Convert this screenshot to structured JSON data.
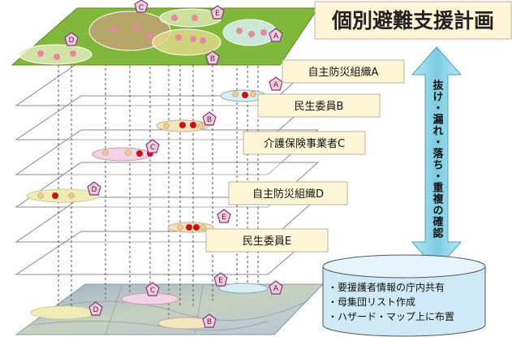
{
  "title": "個別避難支援計画",
  "layers": [
    {
      "label": "自主防災組織A"
    },
    {
      "label": "民生委員B"
    },
    {
      "label": "介護保険事業者C"
    },
    {
      "label": "自主防災組織D"
    },
    {
      "label": "民生委員E"
    }
  ],
  "arrow_text": "抜け・漏れ・落ち・重複の確認",
  "database_items": [
    "・要援護者情報の庁内共有",
    "・母集団リスト作成",
    "・ハザード・マップ上に布置"
  ],
  "group_markers": [
    "A",
    "B",
    "C",
    "D",
    "E"
  ],
  "colors": {
    "top_plane": "#7fb83a",
    "title_box": "#fff6d8",
    "label_box": "#fff6d8",
    "arrow": "#8fd4e8",
    "database": "#cfeaf6",
    "pentagon": "#f3c8d8",
    "red_dot": "#cc1111"
  }
}
